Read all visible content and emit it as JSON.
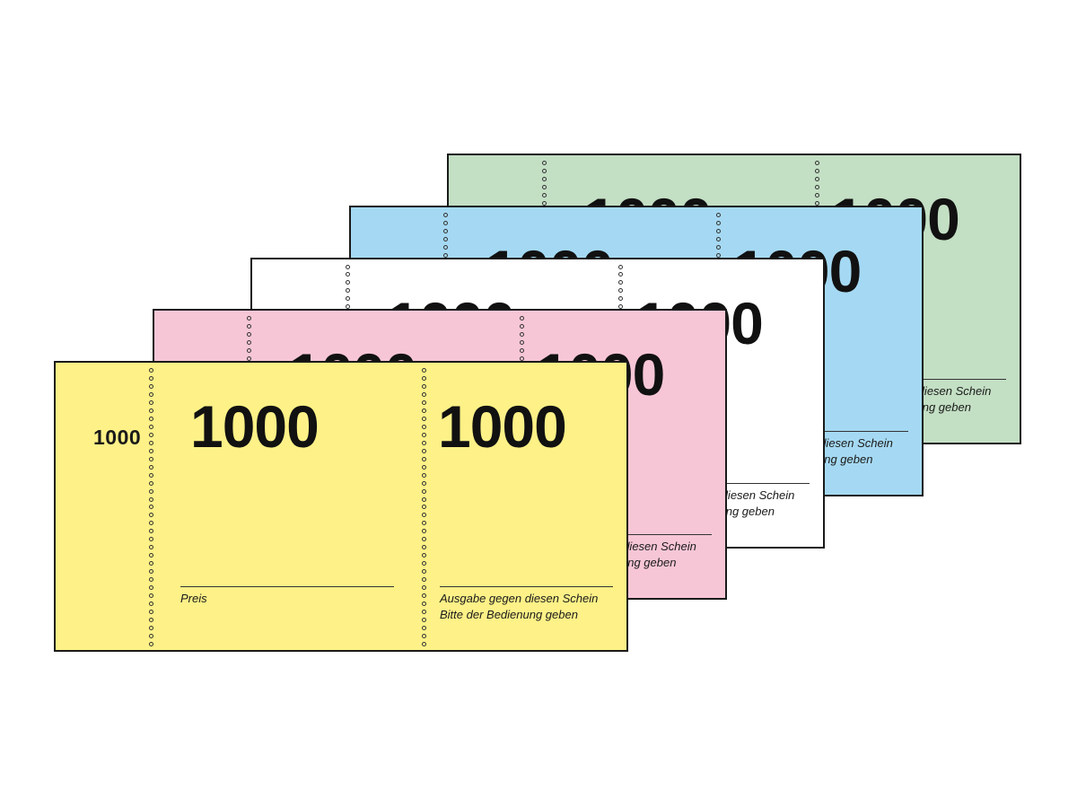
{
  "tickets": [
    {
      "color_name": "green",
      "color": "#c3dfc4"
    },
    {
      "color_name": "blue",
      "color": "#a5d9f3"
    },
    {
      "color_name": "white",
      "color": "#ffffff"
    },
    {
      "color_name": "pink",
      "color": "#f7c6d6"
    },
    {
      "color_name": "yellow",
      "color": "#fdf187"
    }
  ],
  "ticket_text": {
    "stub_number": "1000",
    "middle_number": "1000",
    "right_number": "1000",
    "price_label": "Preis",
    "issue_line1": "Ausgabe gegen diesen Schein",
    "issue_line2": "Bitte der Bedienung geben"
  }
}
